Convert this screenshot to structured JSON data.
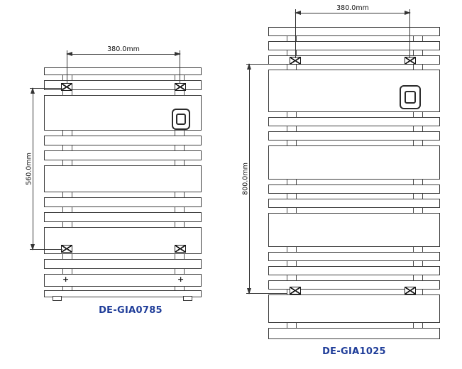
{
  "products": [
    {
      "model": "DE-GIA0785",
      "width_dim": "380.0mm",
      "height_dim": "560.0mm",
      "slats": [
        {
          "t": "bar",
          "h": 11
        },
        {
          "t": "gap",
          "h": 7
        },
        {
          "t": "bar",
          "h": 14
        },
        {
          "t": "gap",
          "h": 7
        },
        {
          "t": "panel",
          "h": 50
        },
        {
          "t": "gap",
          "h": 7
        },
        {
          "t": "bar",
          "h": 14
        },
        {
          "t": "gap",
          "h": 7
        },
        {
          "t": "bar",
          "h": 14
        },
        {
          "t": "gap",
          "h": 7
        },
        {
          "t": "panel",
          "h": 38
        },
        {
          "t": "gap",
          "h": 7
        },
        {
          "t": "bar",
          "h": 14
        },
        {
          "t": "gap",
          "h": 7
        },
        {
          "t": "bar",
          "h": 14
        },
        {
          "t": "gap",
          "h": 7
        },
        {
          "t": "panel",
          "h": 38
        },
        {
          "t": "gap",
          "h": 7
        },
        {
          "t": "bar",
          "h": 14
        },
        {
          "t": "gap",
          "h": 7
        },
        {
          "t": "bar",
          "h": 18
        },
        {
          "t": "gap",
          "h": 5
        },
        {
          "t": "bar",
          "h": 10
        }
      ]
    },
    {
      "model": "DE-GIA1025",
      "width_dim": "380.0mm",
      "height_dim": "800.0mm",
      "slats": [
        {
          "t": "bar",
          "h": 13
        },
        {
          "t": "gap",
          "h": 7
        },
        {
          "t": "bar",
          "h": 13
        },
        {
          "t": "gap",
          "h": 7
        },
        {
          "t": "bar",
          "h": 13
        },
        {
          "t": "gap",
          "h": 7
        },
        {
          "t": "panel",
          "h": 60
        },
        {
          "t": "gap",
          "h": 7
        },
        {
          "t": "bar",
          "h": 13
        },
        {
          "t": "gap",
          "h": 7
        },
        {
          "t": "bar",
          "h": 13
        },
        {
          "t": "gap",
          "h": 7
        },
        {
          "t": "panel",
          "h": 48
        },
        {
          "t": "gap",
          "h": 7
        },
        {
          "t": "bar",
          "h": 13
        },
        {
          "t": "gap",
          "h": 7
        },
        {
          "t": "bar",
          "h": 13
        },
        {
          "t": "gap",
          "h": 7
        },
        {
          "t": "panel",
          "h": 48
        },
        {
          "t": "gap",
          "h": 7
        },
        {
          "t": "bar",
          "h": 13
        },
        {
          "t": "gap",
          "h": 7
        },
        {
          "t": "bar",
          "h": 13
        },
        {
          "t": "gap",
          "h": 7
        },
        {
          "t": "bar",
          "h": 13
        },
        {
          "t": "gap",
          "h": 7
        },
        {
          "t": "panel",
          "h": 40
        },
        {
          "t": "gap",
          "h": 7
        },
        {
          "t": "bar",
          "h": 16
        }
      ]
    }
  ],
  "marks": {
    "plus": "+"
  },
  "colors": {
    "label": "#1f3d99",
    "line": "#3c3c3c"
  }
}
